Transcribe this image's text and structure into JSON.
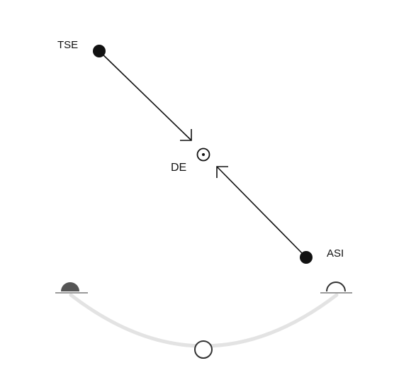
{
  "nodes": {
    "tse": {
      "label": "TSE"
    },
    "de": {
      "label": "DE"
    },
    "asi": {
      "label": "ASI"
    }
  },
  "colors": {
    "stroke": "#111111",
    "node_fill": "#111111",
    "track": "#e3e3e3",
    "bowl_gray": "#9a9a9a",
    "filled_bowl": "#555555",
    "background": "#ffffff"
  },
  "icons": {
    "target": "circle-dot-icon",
    "left_bowl": "filled-half-circle-icon",
    "right_bowl": "outline-half-circle-icon",
    "bottom": "open-circle-icon"
  }
}
